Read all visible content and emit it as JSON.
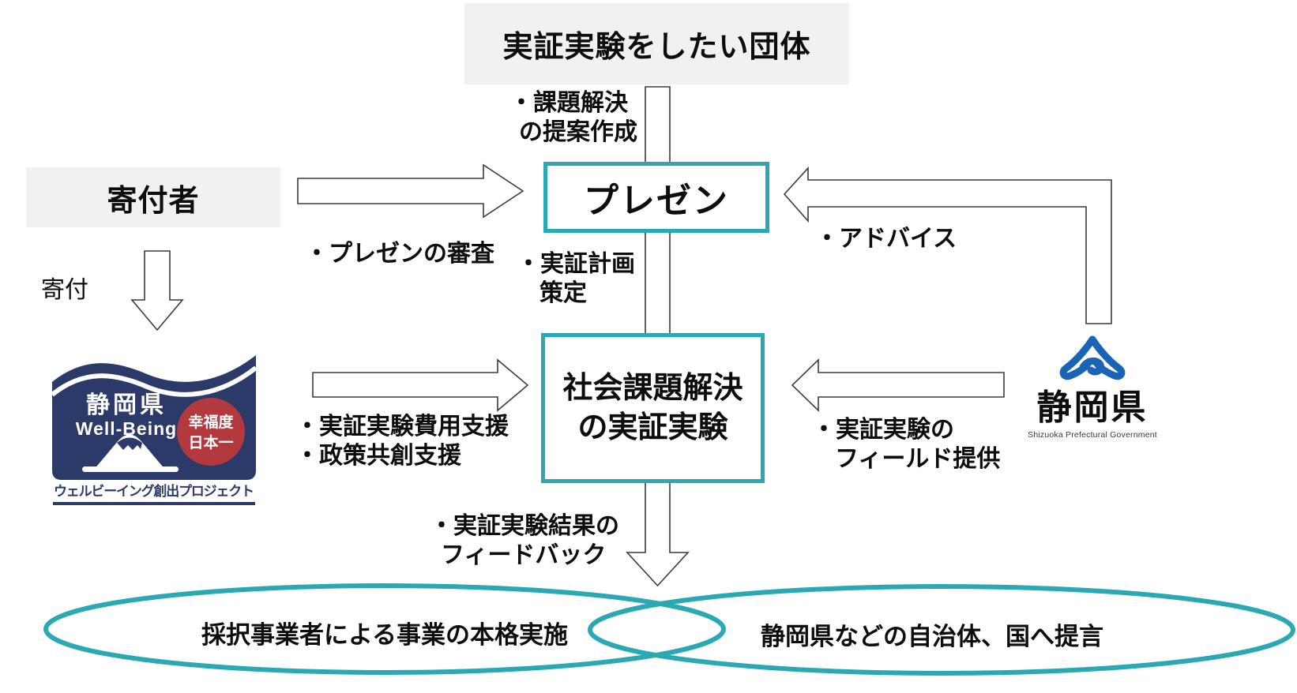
{
  "colors": {
    "teal_accent": "#2aa9b4",
    "gray_box": "#f1f1f1",
    "arrow_outline": "#3c3c3c",
    "logo_navy": "#2b3a69",
    "logo_red": "#b23a3e",
    "shizuoka_blue": "#1b63b5",
    "text": "#0d0d0d"
  },
  "nodes": {
    "org_box": {
      "label": "実証実験をしたい団体"
    },
    "donor_box": {
      "label": "寄付者"
    },
    "presentation_box": {
      "label": "プレゼン"
    },
    "experiment_box": {
      "line1": "社会課題解決",
      "line2": "の実証実験"
    }
  },
  "labels": {
    "donation": "寄付",
    "proposal_line1": "・課題解決",
    "proposal_line2": "の提案作成",
    "screening": "・プレゼンの審査",
    "plan_line1": "・実証計画",
    "plan_line2": "策定",
    "advice": "・アドバイス",
    "funding_line1": "・実証実験費用支援",
    "funding_line2": "・政策共創支援",
    "field_line1": "・実証実験の",
    "field_line2": "フィールド提供",
    "feedback_line1": "・実証実験結果の",
    "feedback_line2": "フィードバック"
  },
  "wellbeing_logo": {
    "prefecture": "静岡県",
    "wellbeing": "Well-Being",
    "badge_line1": "幸福度",
    "badge_line2": "日本一",
    "caption": "ウェルビーイング創出プロジェクト",
    "fuji_icon": "mount-fuji-icon"
  },
  "shizuoka_logo": {
    "name": "静岡県",
    "subtitle": "Shizuoka Prefectural Government",
    "mark_icon": "shizuoka-fuji-crest-icon"
  },
  "outcomes": {
    "left": "採択事業者による事業の本格実施",
    "right": "静岡県などの自治体、国へ提言"
  }
}
